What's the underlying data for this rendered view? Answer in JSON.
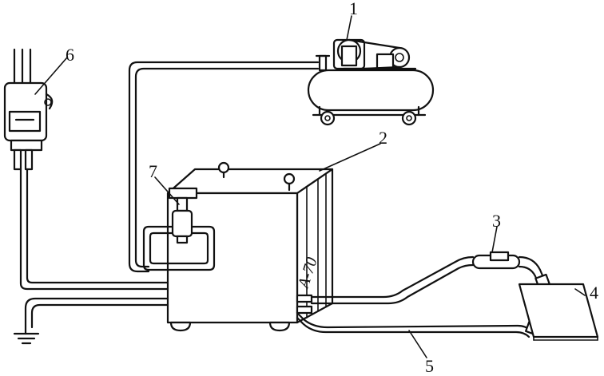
{
  "labels": {
    "l1": "1",
    "l2": "2",
    "l3": "3",
    "l4": "4",
    "l5": "5",
    "l6": "6",
    "l7": "7"
  },
  "machine_text": "A-70",
  "colors": {
    "ink": "#111111",
    "background": "#ffffff"
  }
}
